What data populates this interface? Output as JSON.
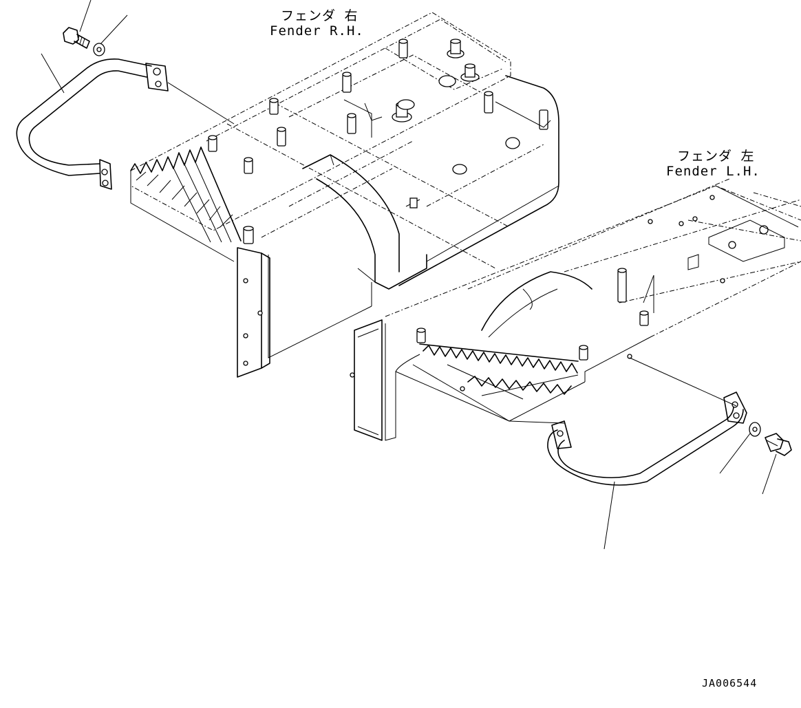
{
  "labels": {
    "fender_rh_jp": "フェンダ 右",
    "fender_rh_en": "Fender R.H.",
    "fender_lh_jp": "フェンダ 左",
    "fender_lh_en": "Fender L.H.",
    "drawing_code": "JA006544"
  },
  "parts": [
    {
      "name": "handrail",
      "side": "R.H."
    },
    {
      "name": "bolt",
      "side": "R.H."
    },
    {
      "name": "washer",
      "side": "R.H."
    },
    {
      "name": "handrail",
      "side": "L.H."
    },
    {
      "name": "bolt",
      "side": "L.H."
    },
    {
      "name": "washer",
      "side": "L.H."
    }
  ]
}
